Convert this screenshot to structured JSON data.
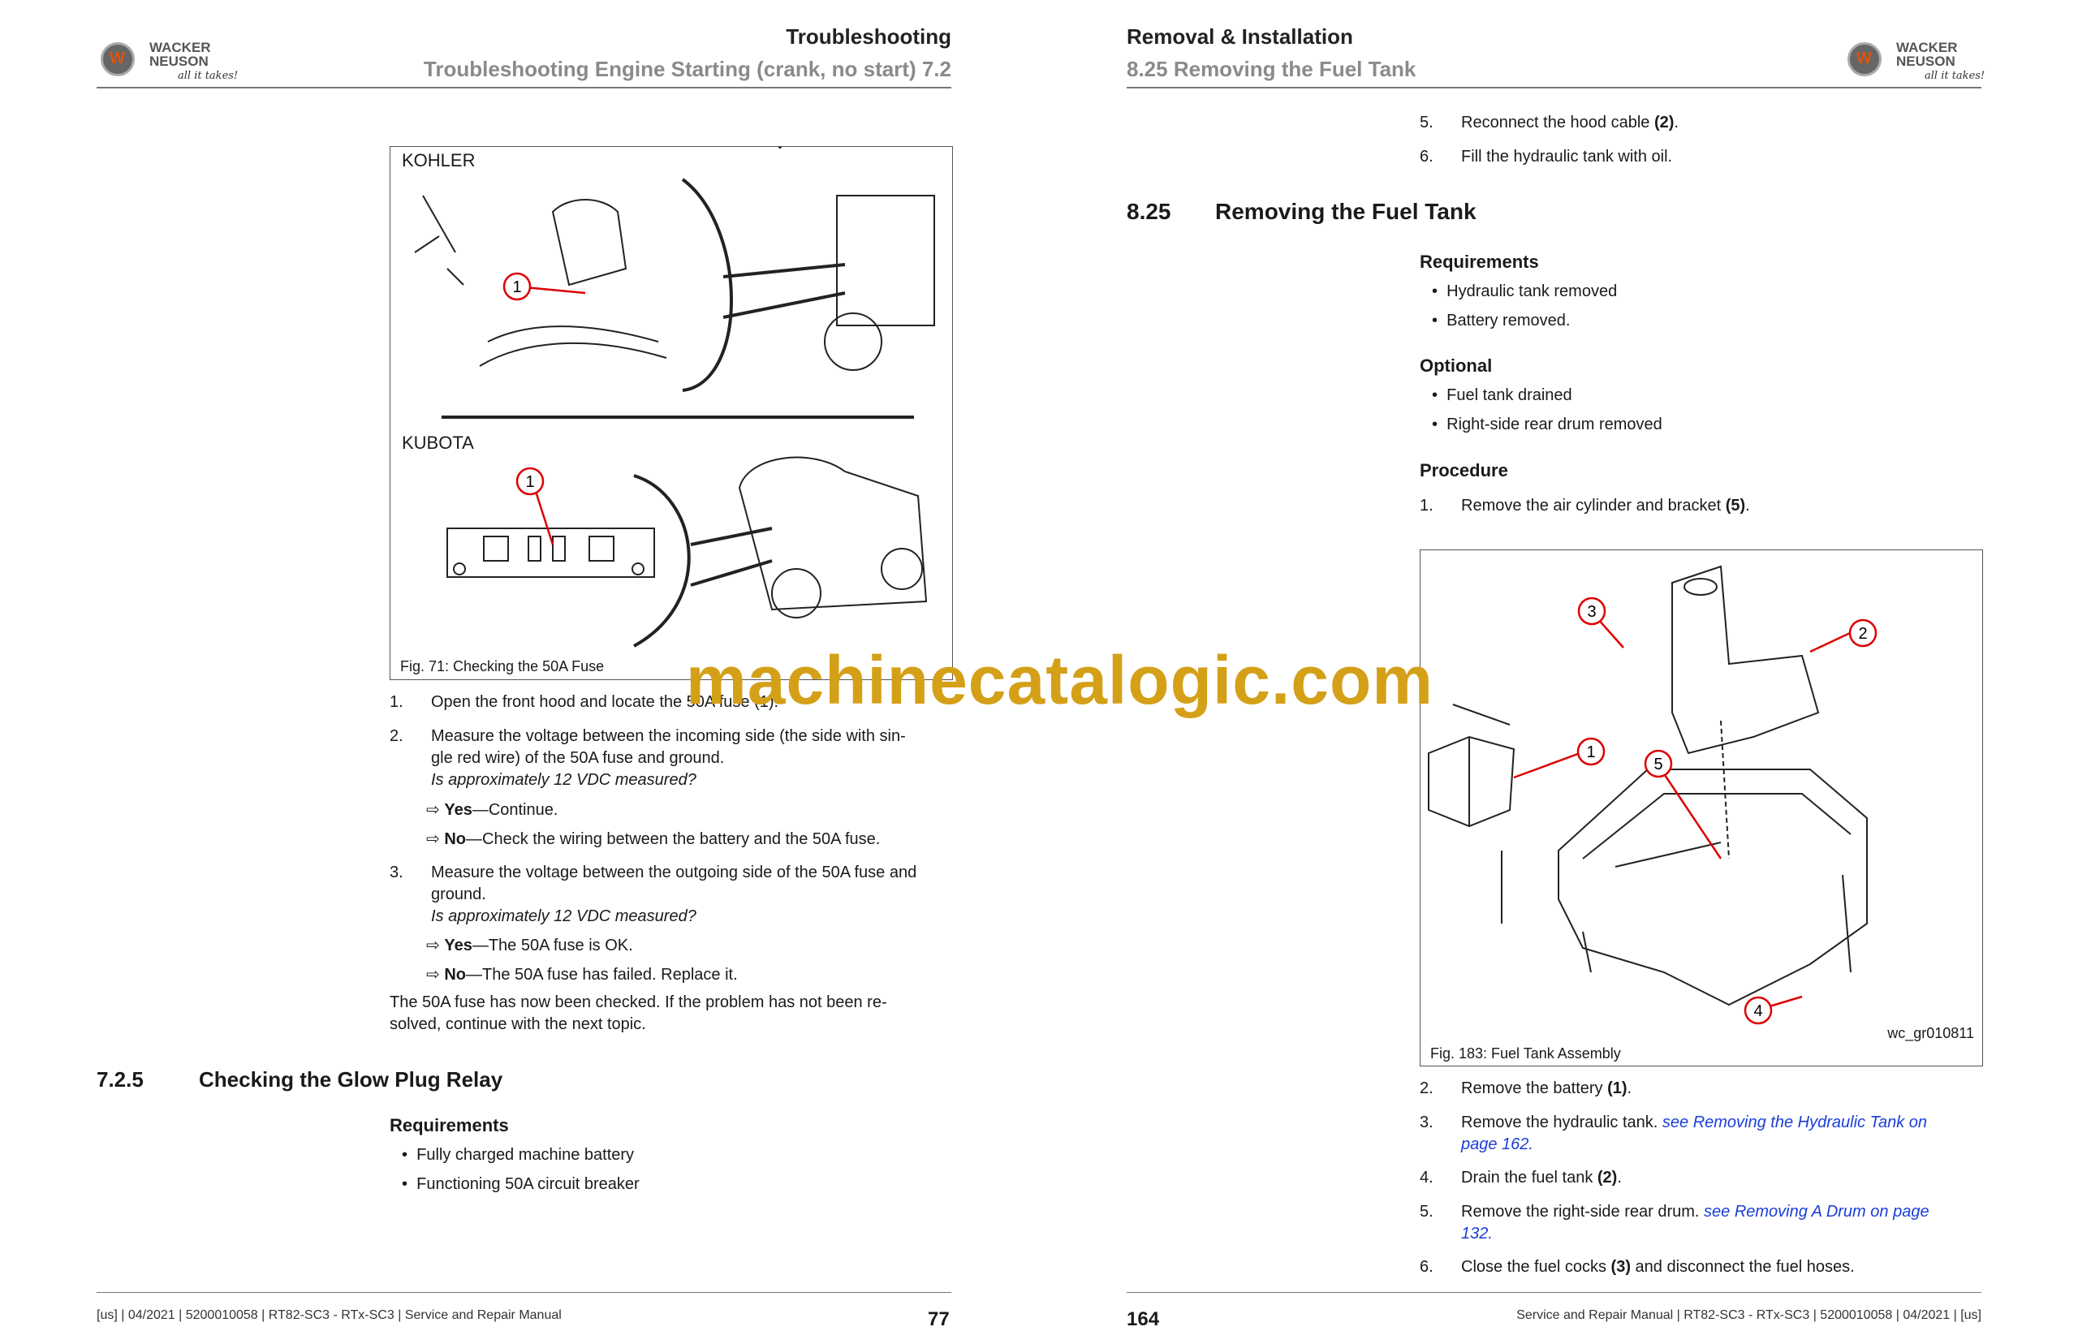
{
  "left_page": {
    "brand": {
      "name_line1": "WACKER",
      "name_line2": "NEUSON",
      "tagline": "all it takes!"
    },
    "header_title": "Troubleshooting",
    "header_subtitle": "Troubleshooting Engine Starting (crank, no start) 7.2",
    "figure": {
      "label_top": "KOHLER",
      "label_bottom": "KUBOTA",
      "callout": "1",
      "caption": "Fig. 71: Checking the 50A Fuse"
    },
    "steps": [
      {
        "n": "1.",
        "text": "Open the front hood and locate the 50A fuse (1)."
      },
      {
        "n": "2.",
        "text": "Measure the voltage between the incoming side (the side with sin-",
        "text2": "gle red wire) of the 50A fuse and ground.",
        "question": "Is approximately 12 VDC measured?"
      },
      {
        "n": "3.",
        "text": "Measure the voltage between the outgoing side of the 50A fuse and",
        "text2": "ground.",
        "question": "Is approximately 12 VDC measured?"
      }
    ],
    "results": [
      {
        "arrow": "⇨",
        "bold": "Yes",
        "text": "—Continue."
      },
      {
        "arrow": "⇨",
        "bold": "No",
        "text": "—Check the wiring between the battery and the 50A fuse."
      },
      {
        "arrow": "⇨",
        "bold": "Yes",
        "text": "—The 50A fuse is OK."
      },
      {
        "arrow": "⇨",
        "bold": "No",
        "text": "—The 50A fuse has failed. Replace it."
      }
    ],
    "conclusion_line1": "The 50A fuse has now been checked. If the problem has not been re-",
    "conclusion_line2": "solved, continue with the next topic.",
    "section": {
      "number": "7.2.5",
      "title": "Checking the Glow Plug Relay"
    },
    "requirements_heading": "Requirements",
    "requirements": [
      "Fully charged machine battery",
      "Functioning 50A circuit breaker"
    ],
    "footer": "[us] | 04/2021 | 5200010058 | RT82-SC3 - RTx-SC3 | Service and Repair Manual",
    "page_number": "77"
  },
  "right_page": {
    "header_title": "Removal & Installation",
    "header_subtitle": "8.25 Removing the Fuel Tank",
    "pre_steps": [
      {
        "n": "5.",
        "text": "Reconnect the hood cable ",
        "bold": "(2)",
        "end": "."
      },
      {
        "n": "6.",
        "text": "Fill the hydraulic tank with oil.",
        "bold": "",
        "end": ""
      }
    ],
    "section": {
      "number": "8.25",
      "title": "Removing the Fuel Tank"
    },
    "requirements_heading": "Requirements",
    "requirements": [
      "Hydraulic tank removed",
      "Battery removed."
    ],
    "optional_heading": "Optional",
    "optional": [
      "Fuel tank drained",
      "Right-side rear drum removed"
    ],
    "procedure_heading": "Procedure",
    "step1": {
      "n": "1.",
      "text": "Remove the air cylinder and bracket ",
      "bold": "(5)",
      "end": "."
    },
    "figure": {
      "callouts": [
        "1",
        "2",
        "3",
        "4",
        "5"
      ],
      "code": "wc_gr010811",
      "caption": "Fig. 183: Fuel Tank Assembly"
    },
    "steps": [
      {
        "n": "2.",
        "text": "Remove the battery ",
        "bold": "(1)",
        "end": "."
      },
      {
        "n": "3.",
        "text": "Remove the hydraulic tank. ",
        "link": "see Removing the Hydraulic Tank on",
        "link2": "page 162",
        "end": "."
      },
      {
        "n": "4.",
        "text": "Drain the fuel tank ",
        "bold": "(2)",
        "end": "."
      },
      {
        "n": "5.",
        "text": "Remove the right-side rear drum. ",
        "link": "see Removing A Drum on page",
        "link2": "132",
        "end": "."
      },
      {
        "n": "6.",
        "text": "Close the fuel cocks ",
        "bold": "(3)",
        "end": " and disconnect the fuel hoses."
      }
    ],
    "footer": "Service and Repair Manual | RT82-SC3 - RTx-SC3 | 5200010058 | 04/2021 | [us]",
    "page_number": "164"
  },
  "watermark": "machinecatalogic.com"
}
